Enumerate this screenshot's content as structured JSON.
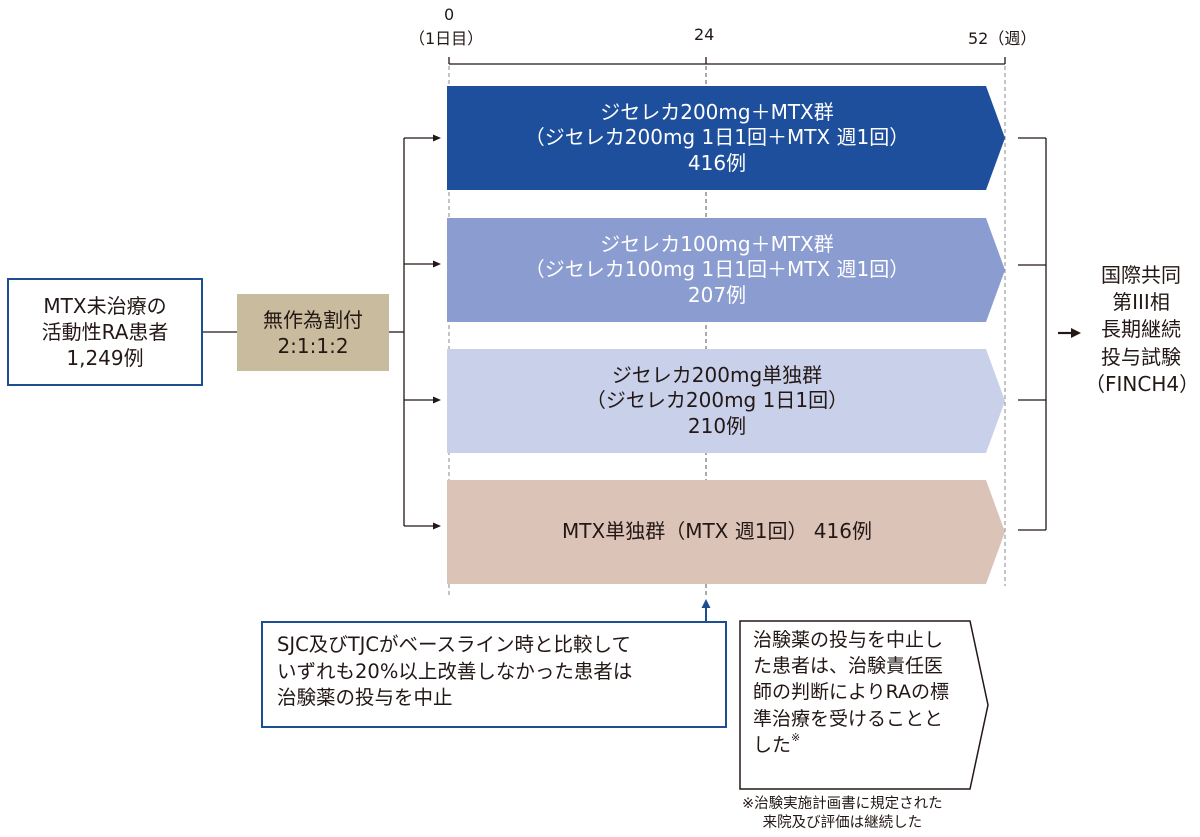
{
  "timeline": {
    "start_value": "0",
    "start_label": "（1日目）",
    "mid_value": "24",
    "end_value": "52",
    "end_unit": "（週）"
  },
  "patients": {
    "line1": "MTX未治療の",
    "line2": "活動性RA患者",
    "line3": "1,249例"
  },
  "randomization": {
    "line1": "無作為割付",
    "line2": "2:1:1:2"
  },
  "arms": [
    {
      "line1": "ジセレカ200mg＋MTX群",
      "line2": "（ジセレカ200mg 1日1回＋MTX 週1回）",
      "line3": "416例",
      "fill": "#1e4f9c",
      "text_color": "#ffffff"
    },
    {
      "line1": "ジセレカ100mg＋MTX群",
      "line2": "（ジセレカ100mg 1日1回＋MTX 週1回）",
      "line3": "207例",
      "fill": "#8b9dd0",
      "text_color": "#ffffff"
    },
    {
      "line1": "ジセレカ200mg単独群",
      "line2": "（ジセレカ200mg 1日1回）",
      "line3": "210例",
      "fill": "#c8d0ea",
      "text_color": "#231815"
    },
    {
      "line1": "MTX単独群（MTX 週1回） 416例",
      "fill": "#dcc3b8",
      "text_color": "#231815"
    }
  ],
  "extension": {
    "line1": "国際共同",
    "line2": "第III相",
    "line3": "長期継続",
    "line4": "投与試験",
    "line5": "（FINCH4）"
  },
  "discontinue_note": {
    "line1": "SJC及びTJCがベースライン時と比較して",
    "line2": "いずれも20%以上改善しなかった患者は",
    "line3": "治験薬の投与を中止"
  },
  "continuation_note": {
    "line1": "治験薬の投与を中止し",
    "line2": "た患者は、治験責任医",
    "line3": "師の判断によりRAの標",
    "line4": "準治療を受けることと",
    "line5": "した",
    "mark": "※"
  },
  "footnote": {
    "line1": "※治験実施計画書に規定された",
    "line2": "来院及び評価は継続した"
  },
  "colors": {
    "navy": "#1d4e8f",
    "line": "#231815"
  }
}
